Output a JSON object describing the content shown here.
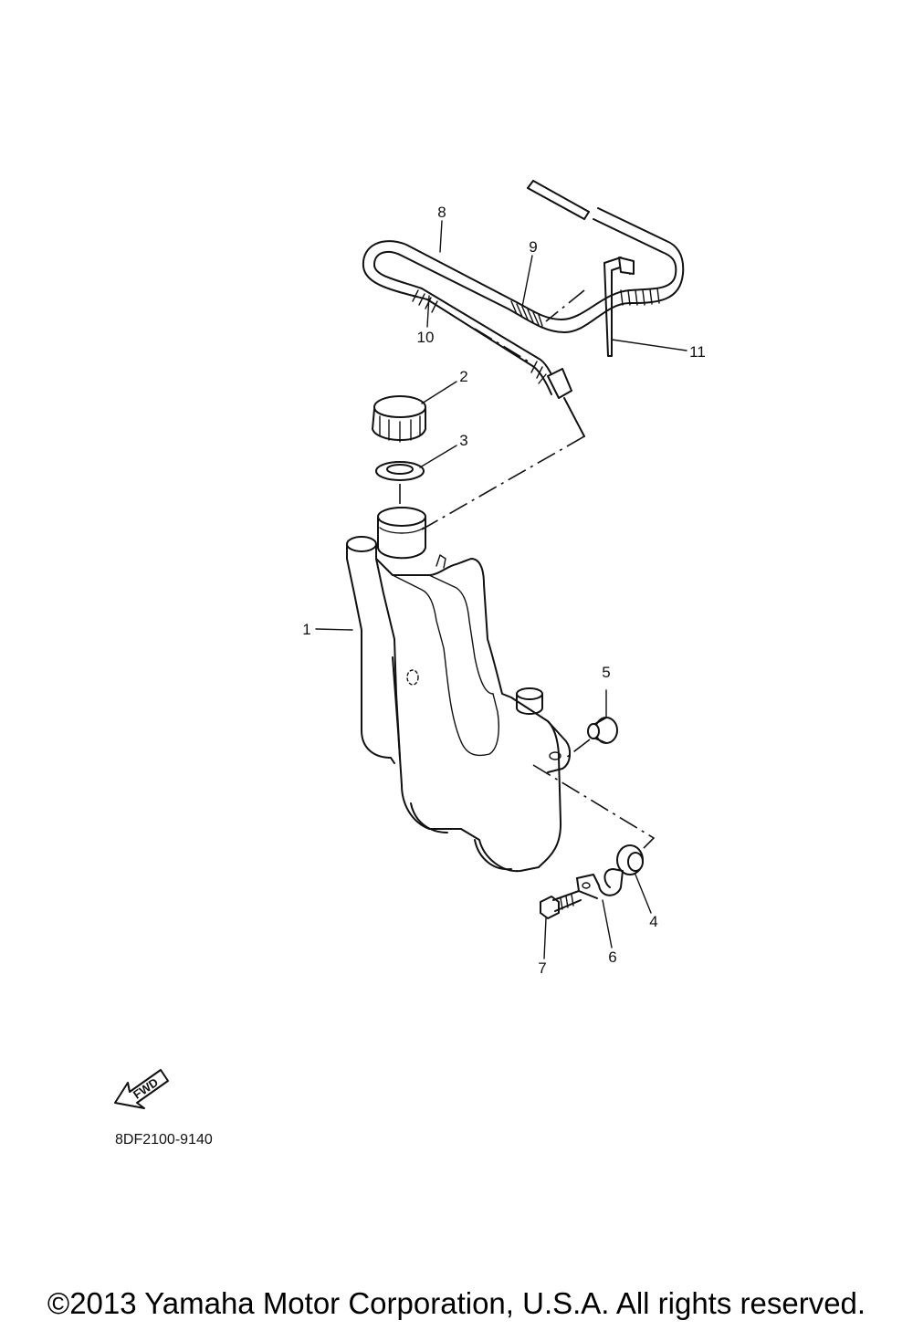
{
  "diagram": {
    "callouts": [
      "1",
      "2",
      "3",
      "4",
      "5",
      "6",
      "7",
      "8",
      "9",
      "10",
      "11"
    ],
    "fwd_label": "FWD",
    "diagram_code": "8DF2100-9140"
  },
  "footer": {
    "copyright": "©2013 Yamaha Motor Corporation, U.S.A. All rights reserved."
  },
  "colors": {
    "line": "#111111",
    "background": "#ffffff"
  }
}
